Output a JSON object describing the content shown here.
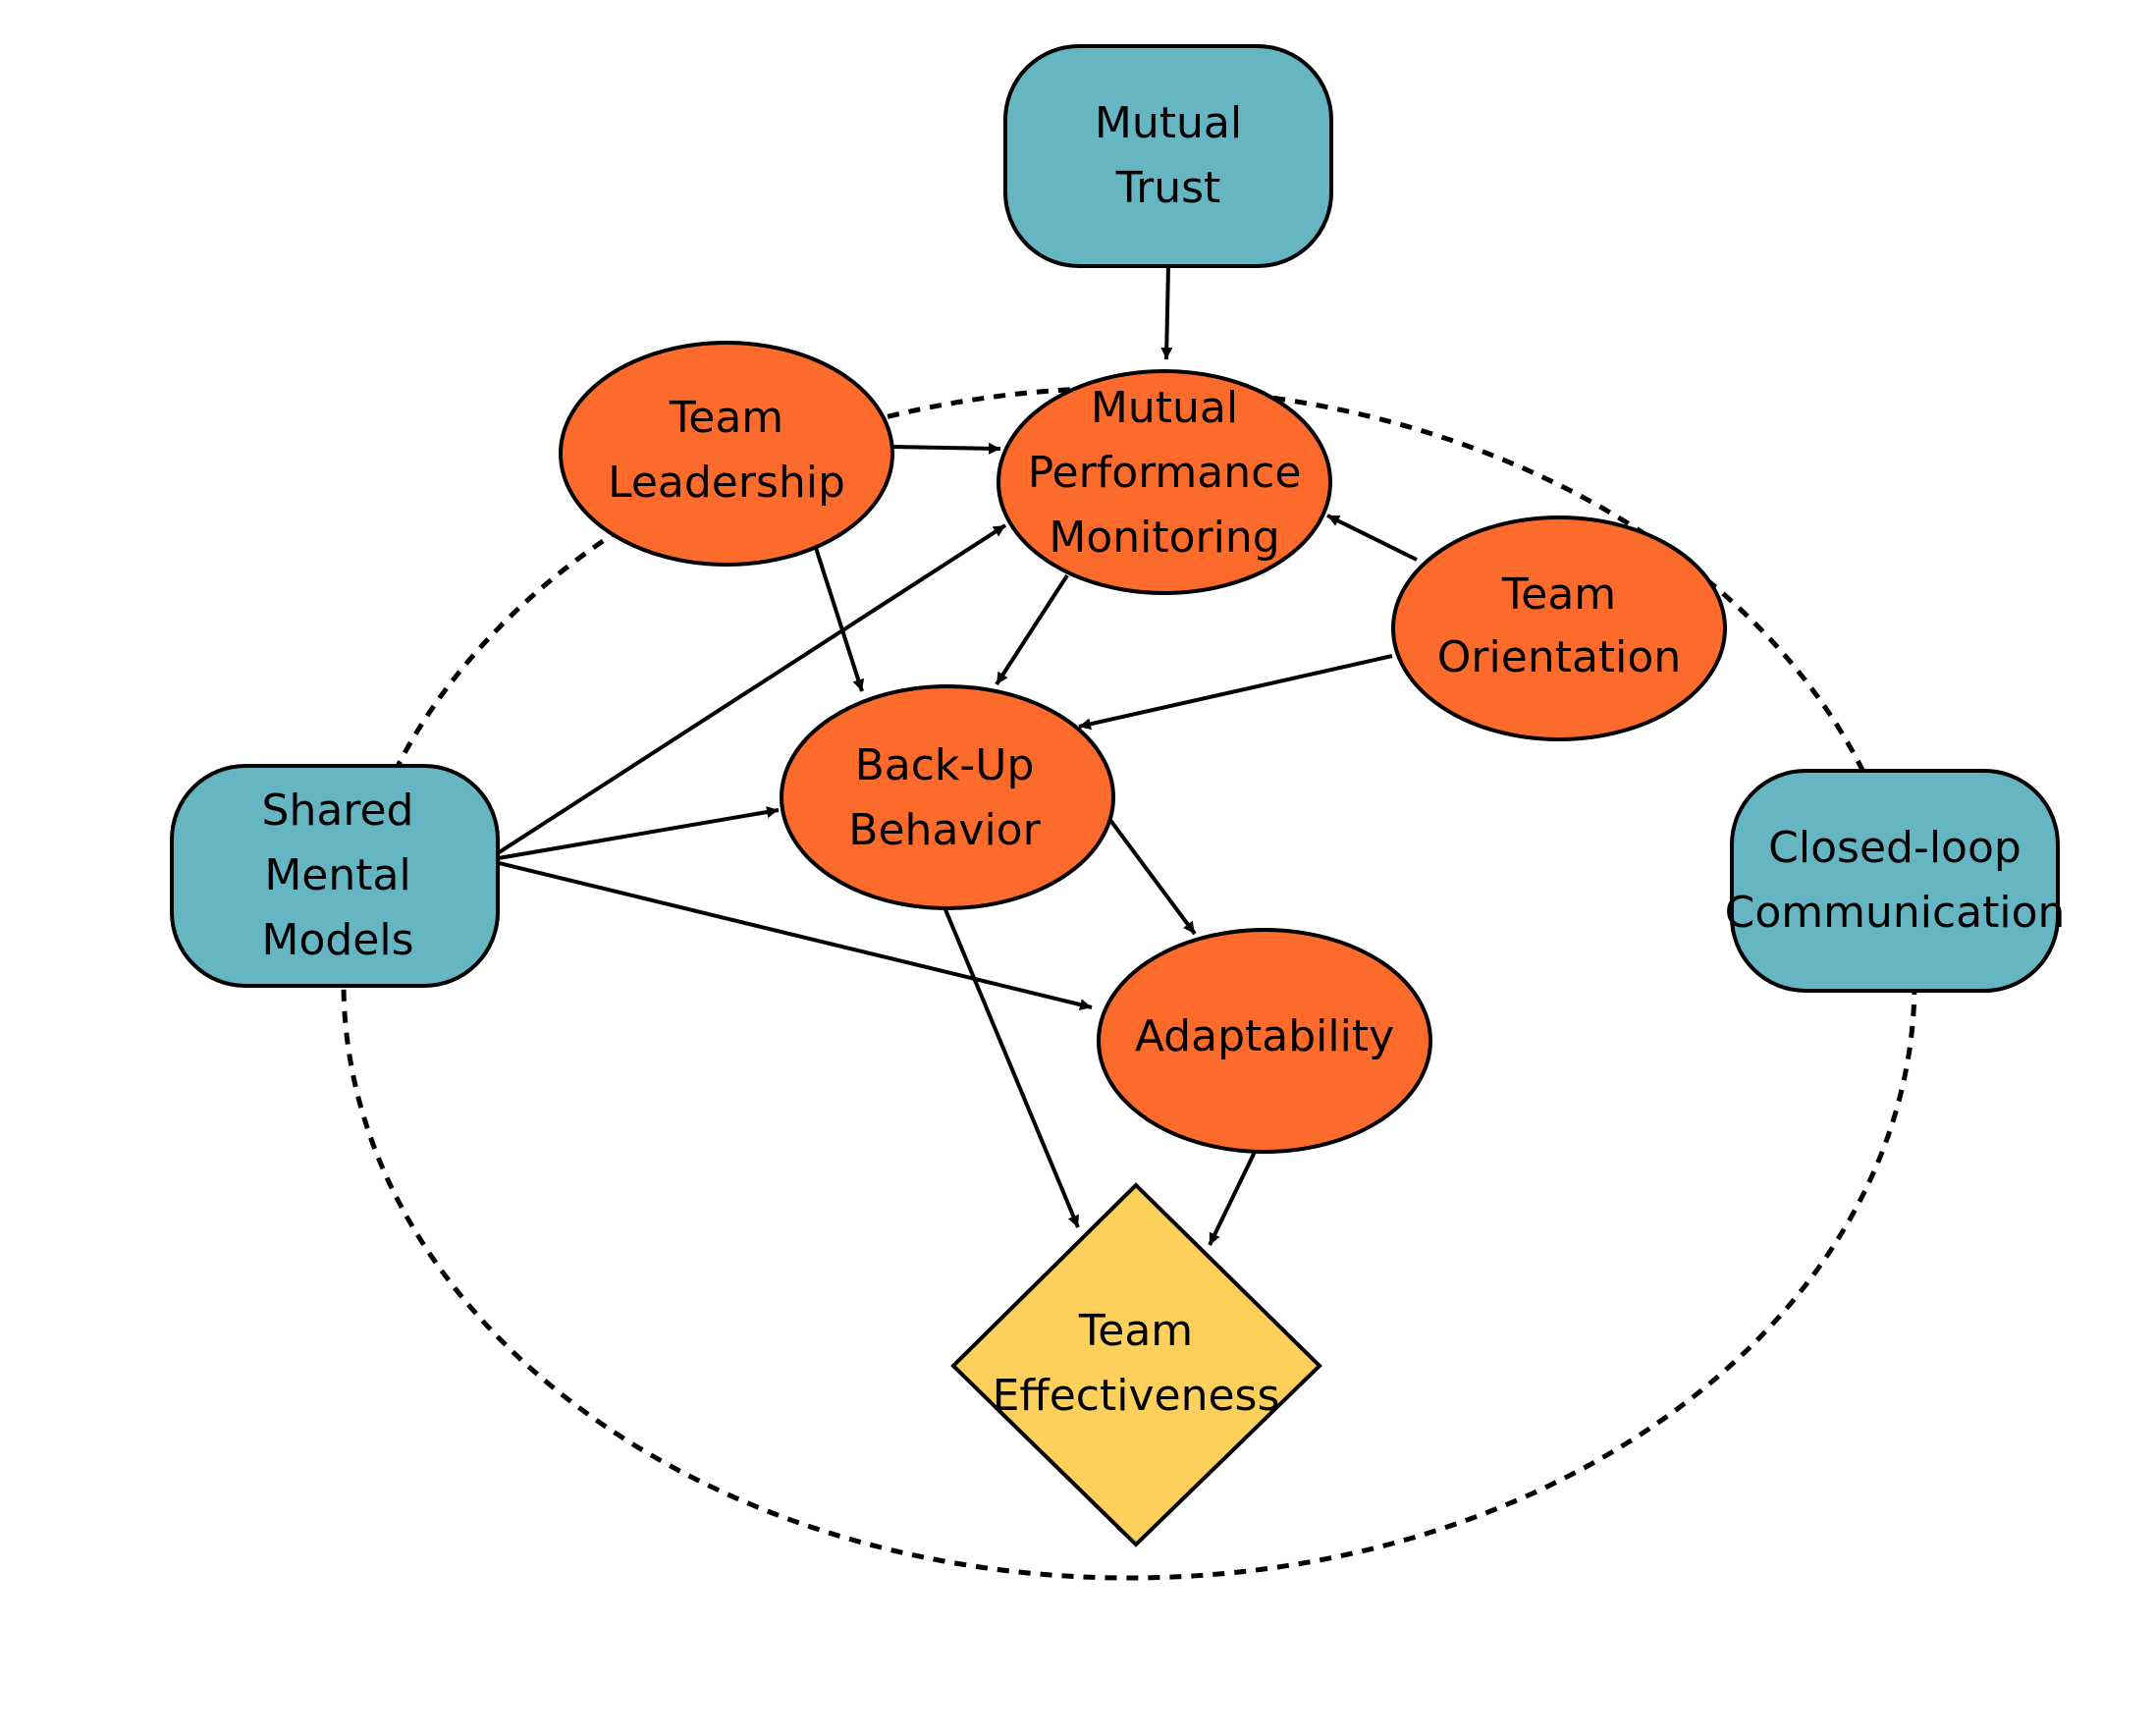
{
  "nodes": {
    "mutual_trust": {
      "lines": [
        "Mutual",
        "Trust"
      ]
    },
    "shared_mental": {
      "lines": [
        "Shared",
        "Mental",
        "Models"
      ]
    },
    "closed_loop": {
      "lines": [
        "Closed-loop",
        "Communication"
      ]
    },
    "team_leadership": {
      "lines": [
        "Team",
        "Leadership"
      ]
    },
    "mutual_perf": {
      "lines": [
        "Mutual",
        "Performance",
        "Monitoring"
      ]
    },
    "team_orient": {
      "lines": [
        "Team",
        "Orientation"
      ]
    },
    "backup": {
      "lines": [
        "Back-Up",
        "Behavior"
      ]
    },
    "adaptability": {
      "lines": [
        "Adaptability"
      ]
    },
    "team_effect": {
      "lines": [
        "Team",
        "Effectiveness"
      ]
    }
  },
  "colors": {
    "coordinating_mechanism": "#66b5c3",
    "core_component": "#fd6b2c",
    "outcome": "#fdd05c"
  }
}
